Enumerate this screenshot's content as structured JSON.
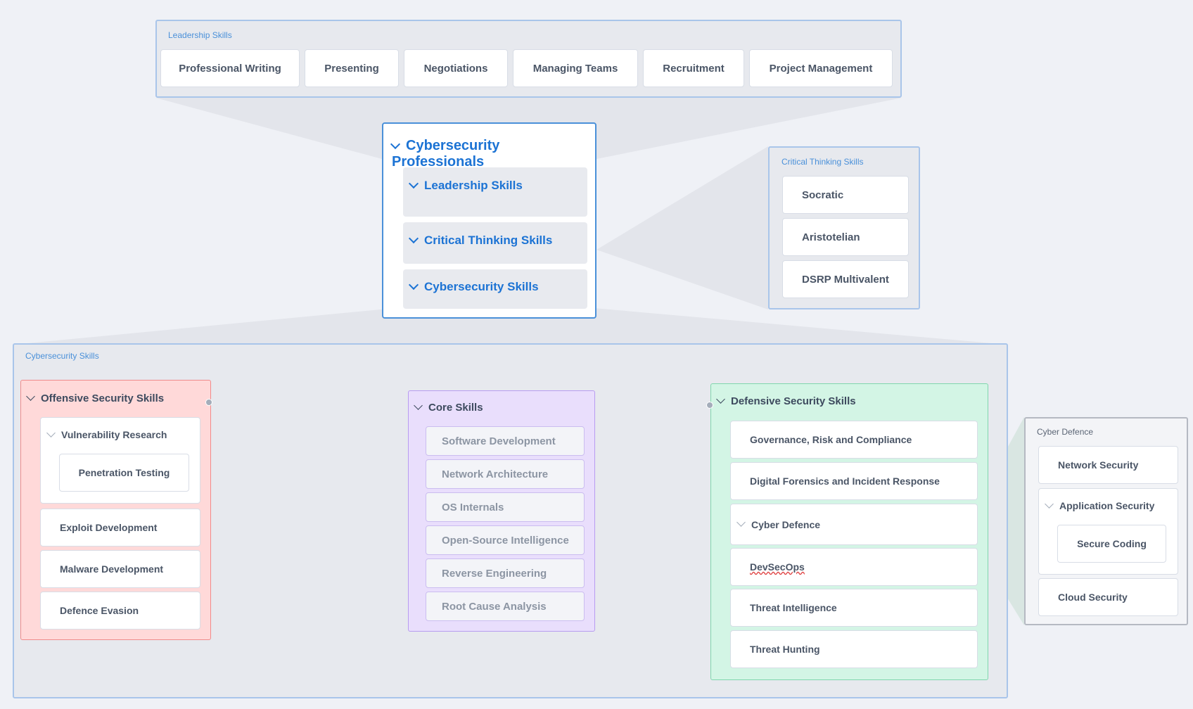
{
  "root": {
    "title": "Cybersecurity Professionals",
    "items": [
      "Leadership Skills",
      "Critical Thinking Skills",
      "Cybersecurity Skills"
    ]
  },
  "leadership_panel": {
    "title": "Leadership Skills",
    "items": [
      "Professional Writing",
      "Presenting",
      "Negotiations",
      "Managing Teams",
      "Recruitment",
      "Project Management"
    ]
  },
  "critical_panel": {
    "title": "Critical Thinking Skills",
    "items": [
      "Socratic",
      "Aristotelian",
      "DSRP Multivalent"
    ]
  },
  "cyber_panel": {
    "title": "Cybersecurity Skills",
    "offensive": {
      "title": "Offensive Security Skills",
      "vuln_research": "Vulnerability Research",
      "pen_testing": "Penetration Testing",
      "items": [
        "Exploit Development",
        "Malware Development",
        "Defence Evasion"
      ]
    },
    "core": {
      "title": "Core Skills",
      "items": [
        "Software Development",
        "Network Architecture",
        "OS Internals",
        "Open-Source Intelligence",
        "Reverse Engineering",
        "Root Cause Analysis"
      ]
    },
    "defensive": {
      "title": "Defensive Security Skills",
      "items": [
        "Governance, Risk and Compliance",
        "Digital Forensics and Incident Response",
        "Cyber Defence",
        "DevSecOps",
        "Threat Intelligence",
        "Threat Hunting"
      ]
    }
  },
  "cyber_defence_panel": {
    "title": "Cyber Defence",
    "network_security": "Network Security",
    "application_security": "Application Security",
    "secure_coding": "Secure Coding",
    "cloud_security": "Cloud Security"
  },
  "colors": {
    "accent": "#1c73d4",
    "offensive_bg": "#ffd9d9",
    "core_bg": "#e9defc",
    "defensive_bg": "#d3f5e5"
  }
}
